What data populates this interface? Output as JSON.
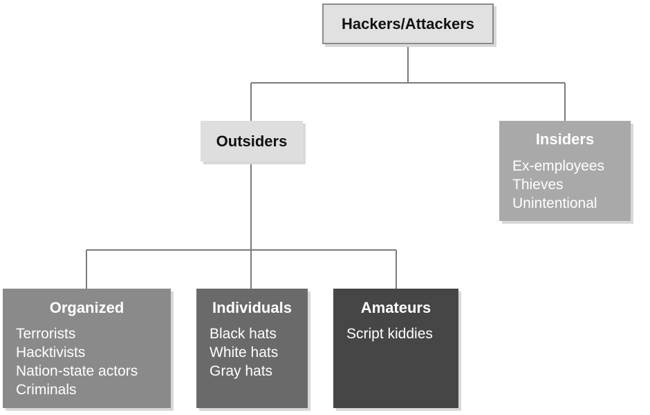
{
  "root": {
    "label": "Hackers/Attackers"
  },
  "outsiders": {
    "label": "Outsiders"
  },
  "insiders": {
    "label": "Insiders",
    "items": [
      "Ex-employees",
      "Thieves",
      "Unintentional"
    ]
  },
  "organized": {
    "label": "Organized",
    "items": [
      "Terrorists",
      "Hacktivists",
      "Nation-state actors",
      "Criminals"
    ]
  },
  "individuals": {
    "label": "Individuals",
    "items": [
      "Black hats",
      "White hats",
      "Gray hats"
    ]
  },
  "amateurs": {
    "label": "Amateurs",
    "items": [
      "Script kiddies"
    ]
  },
  "colors": {
    "root_fill": "#e1e1e1",
    "outsiders_fill": "#dedede",
    "insiders_fill": "#a9a9a9",
    "organized_fill": "#8a8a8a",
    "individuals_fill": "#6a6a6a",
    "amateurs_fill": "#464646",
    "connector": "#7a7a7a"
  }
}
